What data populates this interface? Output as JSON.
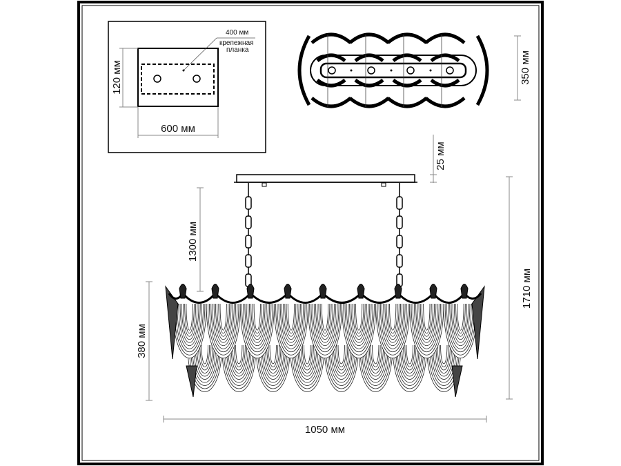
{
  "mount_plate": {
    "plate_width": "400 мм",
    "plate_label_line1": "крепежная",
    "plate_label_line2": "планка",
    "height": "120 мм",
    "width": "600 мм"
  },
  "top_view": {
    "depth": "350 мм"
  },
  "front_view": {
    "canopy_height": "25 мм",
    "chain_length": "1300 мм",
    "body_height": "380 мм",
    "total_height": "1710 мм",
    "width": "1050 мм"
  }
}
